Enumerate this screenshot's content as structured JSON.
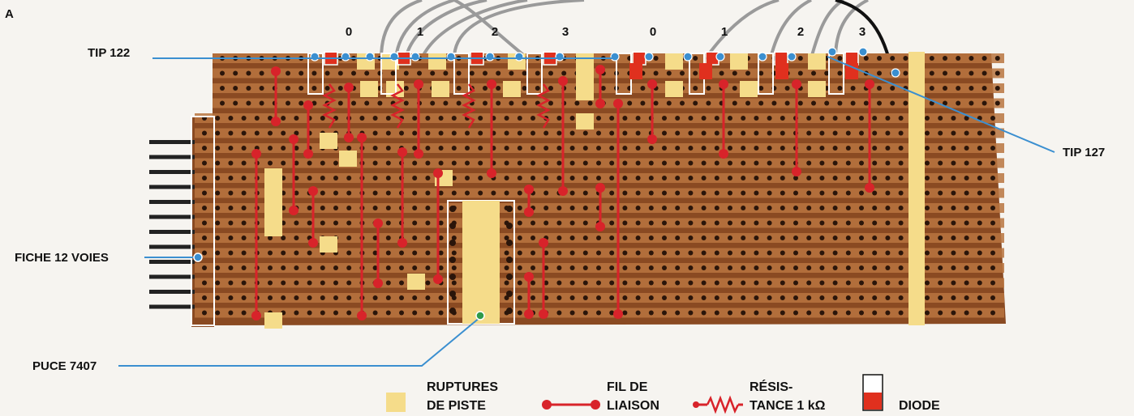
{
  "figure_letter": "A",
  "labels": {
    "tip122": "TIP 122",
    "tip127": "TIP 127",
    "fiche": "FICHE 12 VOIES",
    "puce": "PUCE 7407"
  },
  "column_numbers": [
    "0",
    "1",
    "2",
    "3",
    "0",
    "1",
    "2",
    "3"
  ],
  "legend": {
    "ruptures_1": "RUPTURES",
    "ruptures_2": "DE PISTE",
    "fil_1": "FIL DE",
    "fil_2": "LIAISON",
    "res_1": "RÉSIS-",
    "res_2": "TANCE 1 kΩ",
    "diode": "DIODE"
  },
  "colors": {
    "board": "#8a4a22",
    "track": "#b8743f",
    "hole": "#2a150a",
    "rupture": "#f5dc8a",
    "wire": "#d8232a",
    "leader": "#3b8fd0",
    "diode": "#e0301e"
  }
}
